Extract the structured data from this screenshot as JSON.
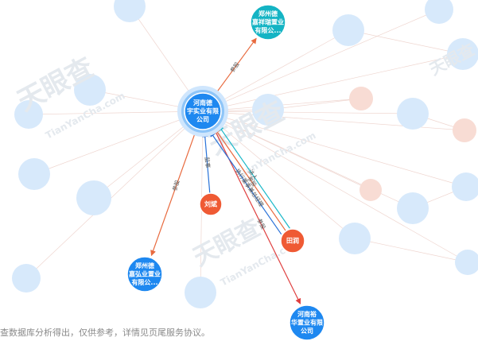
{
  "watermark": {
    "brand": "天眼查",
    "url": "TianYanCha.com"
  },
  "disclaimer": "查数据库分析得出，仅供参考，详情见页尾服务协议。",
  "colors": {
    "company_blue": "#1e88f0",
    "company_teal": "#14b4c4",
    "person_orange": "#ef5a34",
    "edge_orange": "#e86a3e",
    "edge_blue": "#2a72d8",
    "edge_cyan": "#1ab8c8",
    "edge_red": "#e04040"
  },
  "graph": {
    "nodes": [
      {
        "id": "center",
        "lines": [
          "河南德",
          "宇实业有限",
          "公司"
        ],
        "type": "company",
        "highlight": true
      },
      {
        "id": "tr",
        "lines": [
          "郑州德",
          "嘉祥瑞置业",
          "有限公..."
        ],
        "type": "company_teal"
      },
      {
        "id": "bl",
        "lines": [
          "郑州德",
          "嘉弘业置业",
          "有限公..."
        ],
        "type": "company"
      },
      {
        "id": "br",
        "lines": [
          "河南裕",
          "华置业有限",
          "公司"
        ],
        "type": "company"
      },
      {
        "id": "liubin",
        "lines": [
          "刘斌"
        ],
        "type": "person"
      },
      {
        "id": "tianrun",
        "lines": [
          "田润"
        ],
        "type": "person"
      }
    ],
    "edges": [
      {
        "from": "center",
        "to": "tr",
        "label": "参股",
        "color": "edge_orange"
      },
      {
        "from": "center",
        "to": "bl",
        "label": "参股",
        "color": "edge_orange"
      },
      {
        "from": "center",
        "to": "br",
        "label": "参股",
        "color": "edge_red"
      },
      {
        "from": "liubin",
        "to": "center",
        "label": "监事",
        "color": "edge_blue"
      },
      {
        "from": "tianrun",
        "to": "center",
        "label": "法人",
        "color": "edge_cyan"
      },
      {
        "from": "tianrun",
        "to": "center",
        "label": "参股",
        "color": "edge_orange"
      },
      {
        "from": "tianrun",
        "to": "center",
        "label": "执行董事兼总经理",
        "color": "edge_blue"
      }
    ]
  }
}
